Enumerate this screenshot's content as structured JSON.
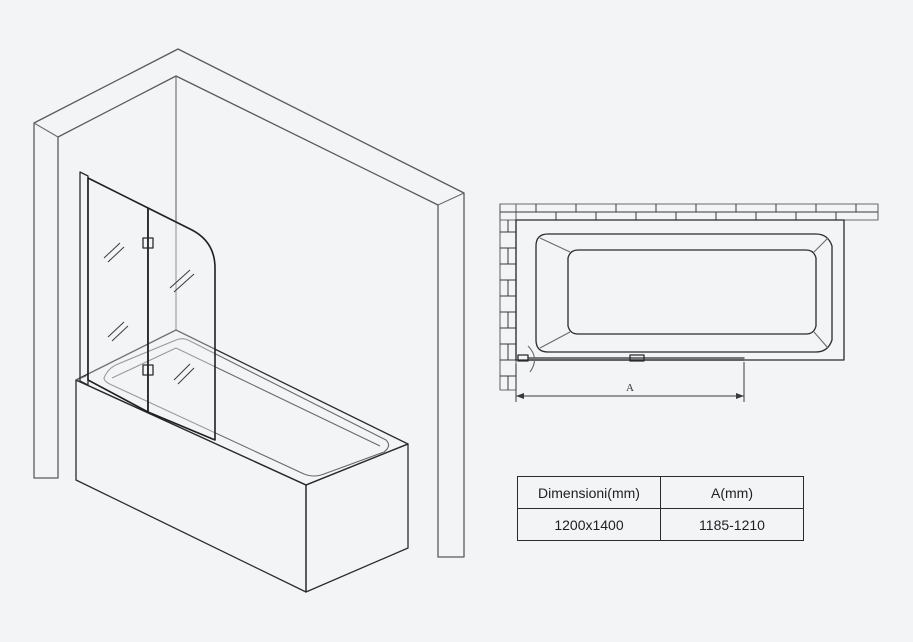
{
  "plan_view": {
    "dimension_label": "A"
  },
  "spec_table": {
    "headers": [
      "Dimensioni(mm)",
      "A(mm)"
    ],
    "rows": [
      [
        "1200x1400",
        "1185-1210"
      ]
    ]
  }
}
